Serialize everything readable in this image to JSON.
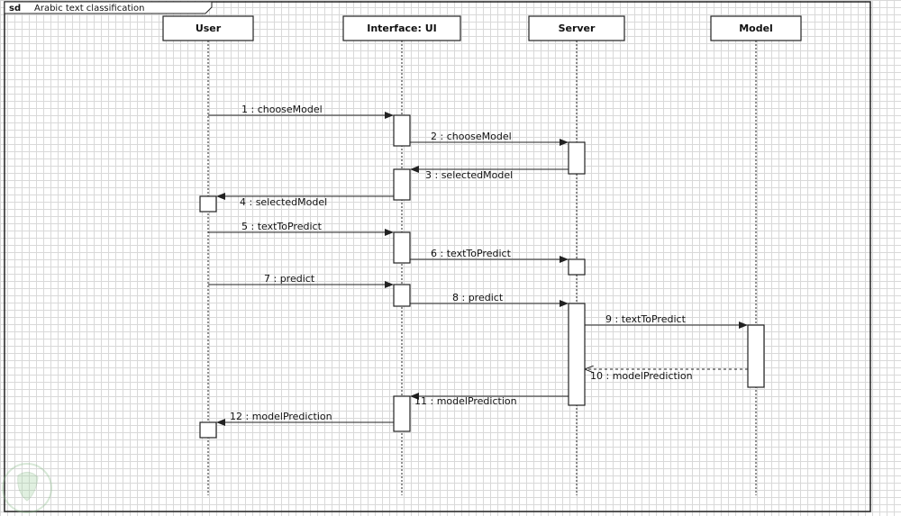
{
  "frame": {
    "keyword": "sd",
    "title": "Arabic text classification"
  },
  "lifelines": [
    {
      "id": "user",
      "label": "User"
    },
    {
      "id": "ui",
      "label": "Interface: UI"
    },
    {
      "id": "server",
      "label": "Server"
    },
    {
      "id": "model",
      "label": "Model"
    }
  ],
  "messages": [
    {
      "label": "1 : chooseModel",
      "from": "user",
      "to": "ui",
      "kind": "sync"
    },
    {
      "label": "2 : chooseModel",
      "from": "ui",
      "to": "server",
      "kind": "sync"
    },
    {
      "label": "3 : selectedModel",
      "from": "server",
      "to": "ui",
      "kind": "sync"
    },
    {
      "label": "4 : selectedModel",
      "from": "ui",
      "to": "user",
      "kind": "sync"
    },
    {
      "label": "5 : textToPredict",
      "from": "user",
      "to": "ui",
      "kind": "sync"
    },
    {
      "label": "6 : textToPredict",
      "from": "ui",
      "to": "server",
      "kind": "sync"
    },
    {
      "label": "7 : predict",
      "from": "user",
      "to": "ui",
      "kind": "sync"
    },
    {
      "label": "8 : predict",
      "from": "ui",
      "to": "server",
      "kind": "sync"
    },
    {
      "label": "9 : textToPredict",
      "from": "server",
      "to": "model",
      "kind": "sync"
    },
    {
      "label": "10 : modelPrediction",
      "from": "model",
      "to": "server",
      "kind": "reply"
    },
    {
      "label": "11 : modelPrediction",
      "from": "server",
      "to": "ui",
      "kind": "sync"
    },
    {
      "label": "12 : modelPrediction",
      "from": "ui",
      "to": "user",
      "kind": "sync"
    }
  ],
  "colors": {
    "line": "#222222",
    "grid": "#d9d9d9",
    "box_fill": "#ffffff",
    "text": "#111111"
  }
}
